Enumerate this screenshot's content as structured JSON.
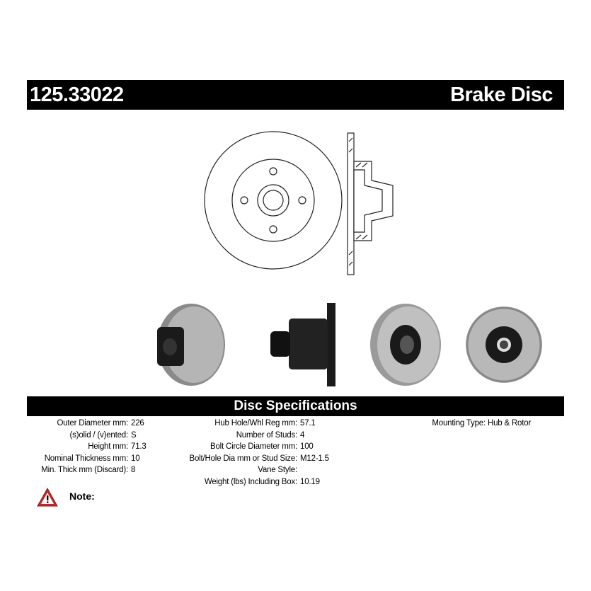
{
  "header": {
    "part_number": "125.33022",
    "product_type": "Brake Disc"
  },
  "specs_title": "Disc Specifications",
  "specs": {
    "col1": [
      {
        "label": "Outer Diameter mm:",
        "value": "226"
      },
      {
        "label": "(s)olid / (v)ented:",
        "value": "S"
      },
      {
        "label": "Height mm:",
        "value": "71.3"
      },
      {
        "label": "Nominal Thickness mm:",
        "value": "10"
      },
      {
        "label": "Min. Thick mm (Discard):",
        "value": "8"
      }
    ],
    "col2": [
      {
        "label": "Hub Hole/Whl Reg mm:",
        "value": "57.1"
      },
      {
        "label": "Number of Studs:",
        "value": "4"
      },
      {
        "label": "Bolt Circle Diameter mm:",
        "value": "100"
      },
      {
        "label": "Bolt/Hole Dia mm or Stud Size:",
        "value": "M12-1.5"
      },
      {
        "label": "Vane Style:",
        "value": ""
      },
      {
        "label": "Weight (lbs) Including Box:",
        "value": "10.19"
      }
    ],
    "col3": [
      {
        "label": "Mounting Type:",
        "value": "Hub & Rotor"
      }
    ]
  },
  "note_label": "Note:",
  "colors": {
    "warning": "#c8262c",
    "bar": "#000000"
  }
}
